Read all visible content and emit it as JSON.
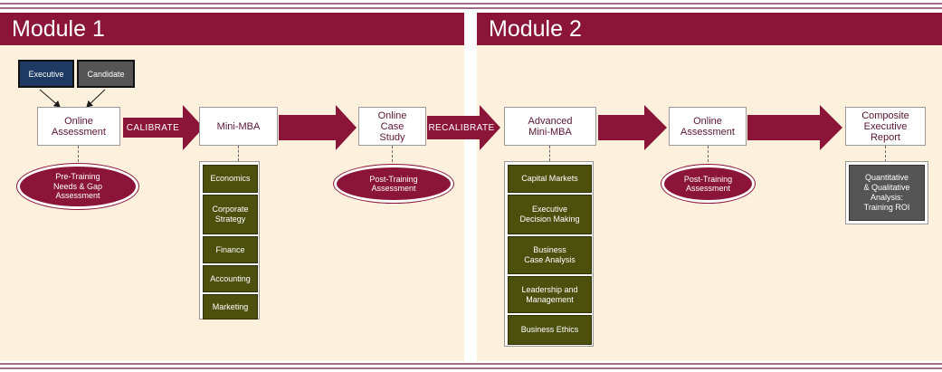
{
  "module1": {
    "title": "Module 1"
  },
  "module2": {
    "title": "Module 2"
  },
  "executive": "Executive",
  "candidate": "Candidate",
  "online_assessment_1": "Online\nAssessment",
  "calibrate": "CALIBRATE",
  "mini_mba": "Mini-MBA",
  "online_case_study": "Online\nCase\nStudy",
  "recalibrate": "RECALIBRATE",
  "advanced_mini_mba": "Advanced\nMini-MBA",
  "online_assessment_2": "Online\nAssessment",
  "composite_report": "Composite\nExecutive\nReport",
  "pre_training": "Pre-Training\nNeeds & Gap\nAssessment",
  "post_training_1": "Post-Training\nAssessment",
  "post_training_2": "Post-Training\nAssessment",
  "mini_mba_topics": [
    "Economics",
    "Corporate\nStrategy",
    "Finance",
    "Accounting",
    "Marketing"
  ],
  "advanced_topics": [
    "Capital Markets",
    "Executive\nDecision Making",
    "Business\nCase Analysis",
    "Leadership and\nManagement",
    "Business Ethics"
  ],
  "analysis": "Quantitative\n& Qualitative\nAnalysis:\nTraining ROI",
  "colors": {
    "maroon": "#8a1538",
    "panel": "#fdf0dc",
    "olive": "#4d4f0c",
    "navy": "#1e3a63",
    "gray": "#555555"
  }
}
